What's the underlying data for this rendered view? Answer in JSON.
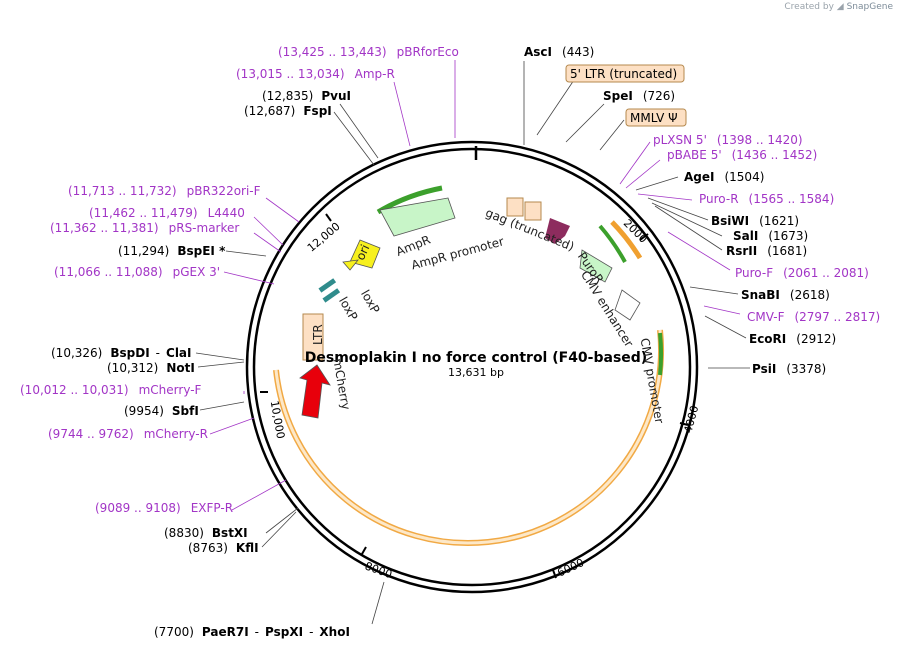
{
  "credit": {
    "prefix": "Created by",
    "brand": "SnapGene"
  },
  "plasmid": {
    "name": "Desmoplakin I no force control (F40-based)",
    "length": "13,631 bp"
  },
  "ticks": [
    "2000",
    "4000",
    "6000",
    "8000",
    "10,000",
    "12,000"
  ],
  "enzymes": [
    {
      "id": "asci",
      "name": "AscI",
      "pos": "(443)"
    },
    {
      "id": "spei",
      "name": "SpeI",
      "pos": "(726)"
    },
    {
      "id": "agei",
      "name": "AgeI",
      "pos": "(1504)"
    },
    {
      "id": "bsiwi",
      "name": "BsiWI",
      "pos": "(1621)"
    },
    {
      "id": "sali",
      "name": "SalI",
      "pos": "(1673)"
    },
    {
      "id": "rsrii",
      "name": "RsrII",
      "pos": "(1681)"
    },
    {
      "id": "snabi",
      "name": "SnaBI",
      "pos": "(2618)"
    },
    {
      "id": "ecori",
      "name": "EcoRI",
      "pos": "(2912)"
    },
    {
      "id": "psii",
      "name": "PsiI",
      "pos": "(3378)"
    },
    {
      "id": "pvui",
      "name": "PvuI",
      "pos": "(12,835)"
    },
    {
      "id": "fspi",
      "name": "FspI",
      "pos": "(12,687)"
    },
    {
      "id": "bspei",
      "name": "BspEI *",
      "pos": "(11,294)"
    },
    {
      "id": "bspdi",
      "name": "BspDI",
      "pos": "(10,326)",
      "extra": "ClaI"
    },
    {
      "id": "noti",
      "name": "NotI",
      "pos": "(10,312)"
    },
    {
      "id": "sbfi",
      "name": "SbfI",
      "pos": "(9954)"
    },
    {
      "id": "bstxi",
      "name": "BstXI",
      "pos": "(8830)"
    },
    {
      "id": "kfli",
      "name": "KflI",
      "pos": "(8763)"
    },
    {
      "id": "paer7i",
      "name": "PaeR7I",
      "pos": "(7700)",
      "extra1": "PspXI",
      "extra2": "XhoI"
    }
  ],
  "primers": [
    {
      "id": "pbrforeco",
      "name": "pBRforEco",
      "range": "(13,425 .. 13,443)"
    },
    {
      "id": "ampr",
      "name": "Amp-R",
      "range": "(13,015 .. 13,034)"
    },
    {
      "id": "pbr322ori",
      "name": "pBR322ori-F",
      "range": "(11,713 .. 11,732)"
    },
    {
      "id": "l4440",
      "name": "L4440",
      "range": "(11,462 .. 11,479)"
    },
    {
      "id": "prs",
      "name": "pRS-marker",
      "range": "(11,362 .. 11,381)"
    },
    {
      "id": "pgex3",
      "name": "pGEX 3'",
      "range": "(11,066 .. 11,088)"
    },
    {
      "id": "mcherryf",
      "name": "mCherry-F",
      "range": "(10,012 .. 10,031)"
    },
    {
      "id": "mcherryr",
      "name": "mCherry-R",
      "range": "(9744 .. 9762)"
    },
    {
      "id": "exfpr",
      "name": "EXFP-R",
      "range": "(9089 .. 9108)"
    },
    {
      "id": "plxsn",
      "name": "pLXSN 5'",
      "range": "(1398 .. 1420)"
    },
    {
      "id": "pbabe",
      "name": "pBABE 5'",
      "range": "(1436 .. 1452)"
    },
    {
      "id": "puror",
      "name": "Puro-R",
      "range": "(1565 .. 1584)"
    },
    {
      "id": "purof",
      "name": "Puro-F",
      "range": "(2061 .. 2081)"
    },
    {
      "id": "cmvf",
      "name": "CMV-F",
      "range": "(2797 .. 2817)"
    }
  ],
  "boxedFeatures": [
    "5' LTR (truncated)",
    "MMLV Ψ"
  ],
  "features": [
    "AmpR",
    "AmpR promoter",
    "ori",
    "loxP",
    "loxP",
    "LTR",
    "mCherry",
    "gag (truncated)",
    "PuroR",
    "CMV enhancer",
    "CMV promoter"
  ],
  "colors": {
    "primer": "#a235c6",
    "orange": "#f0a030",
    "green": "#3ca02c",
    "boxFill": "#fde0c4",
    "boxStroke": "#b5894e",
    "ampr": "#c8f5c8",
    "ori": "#f7f01e",
    "mcherry": "#e8000b",
    "puro": "#8d2c5e",
    "loxp": "#2f8c8c"
  }
}
